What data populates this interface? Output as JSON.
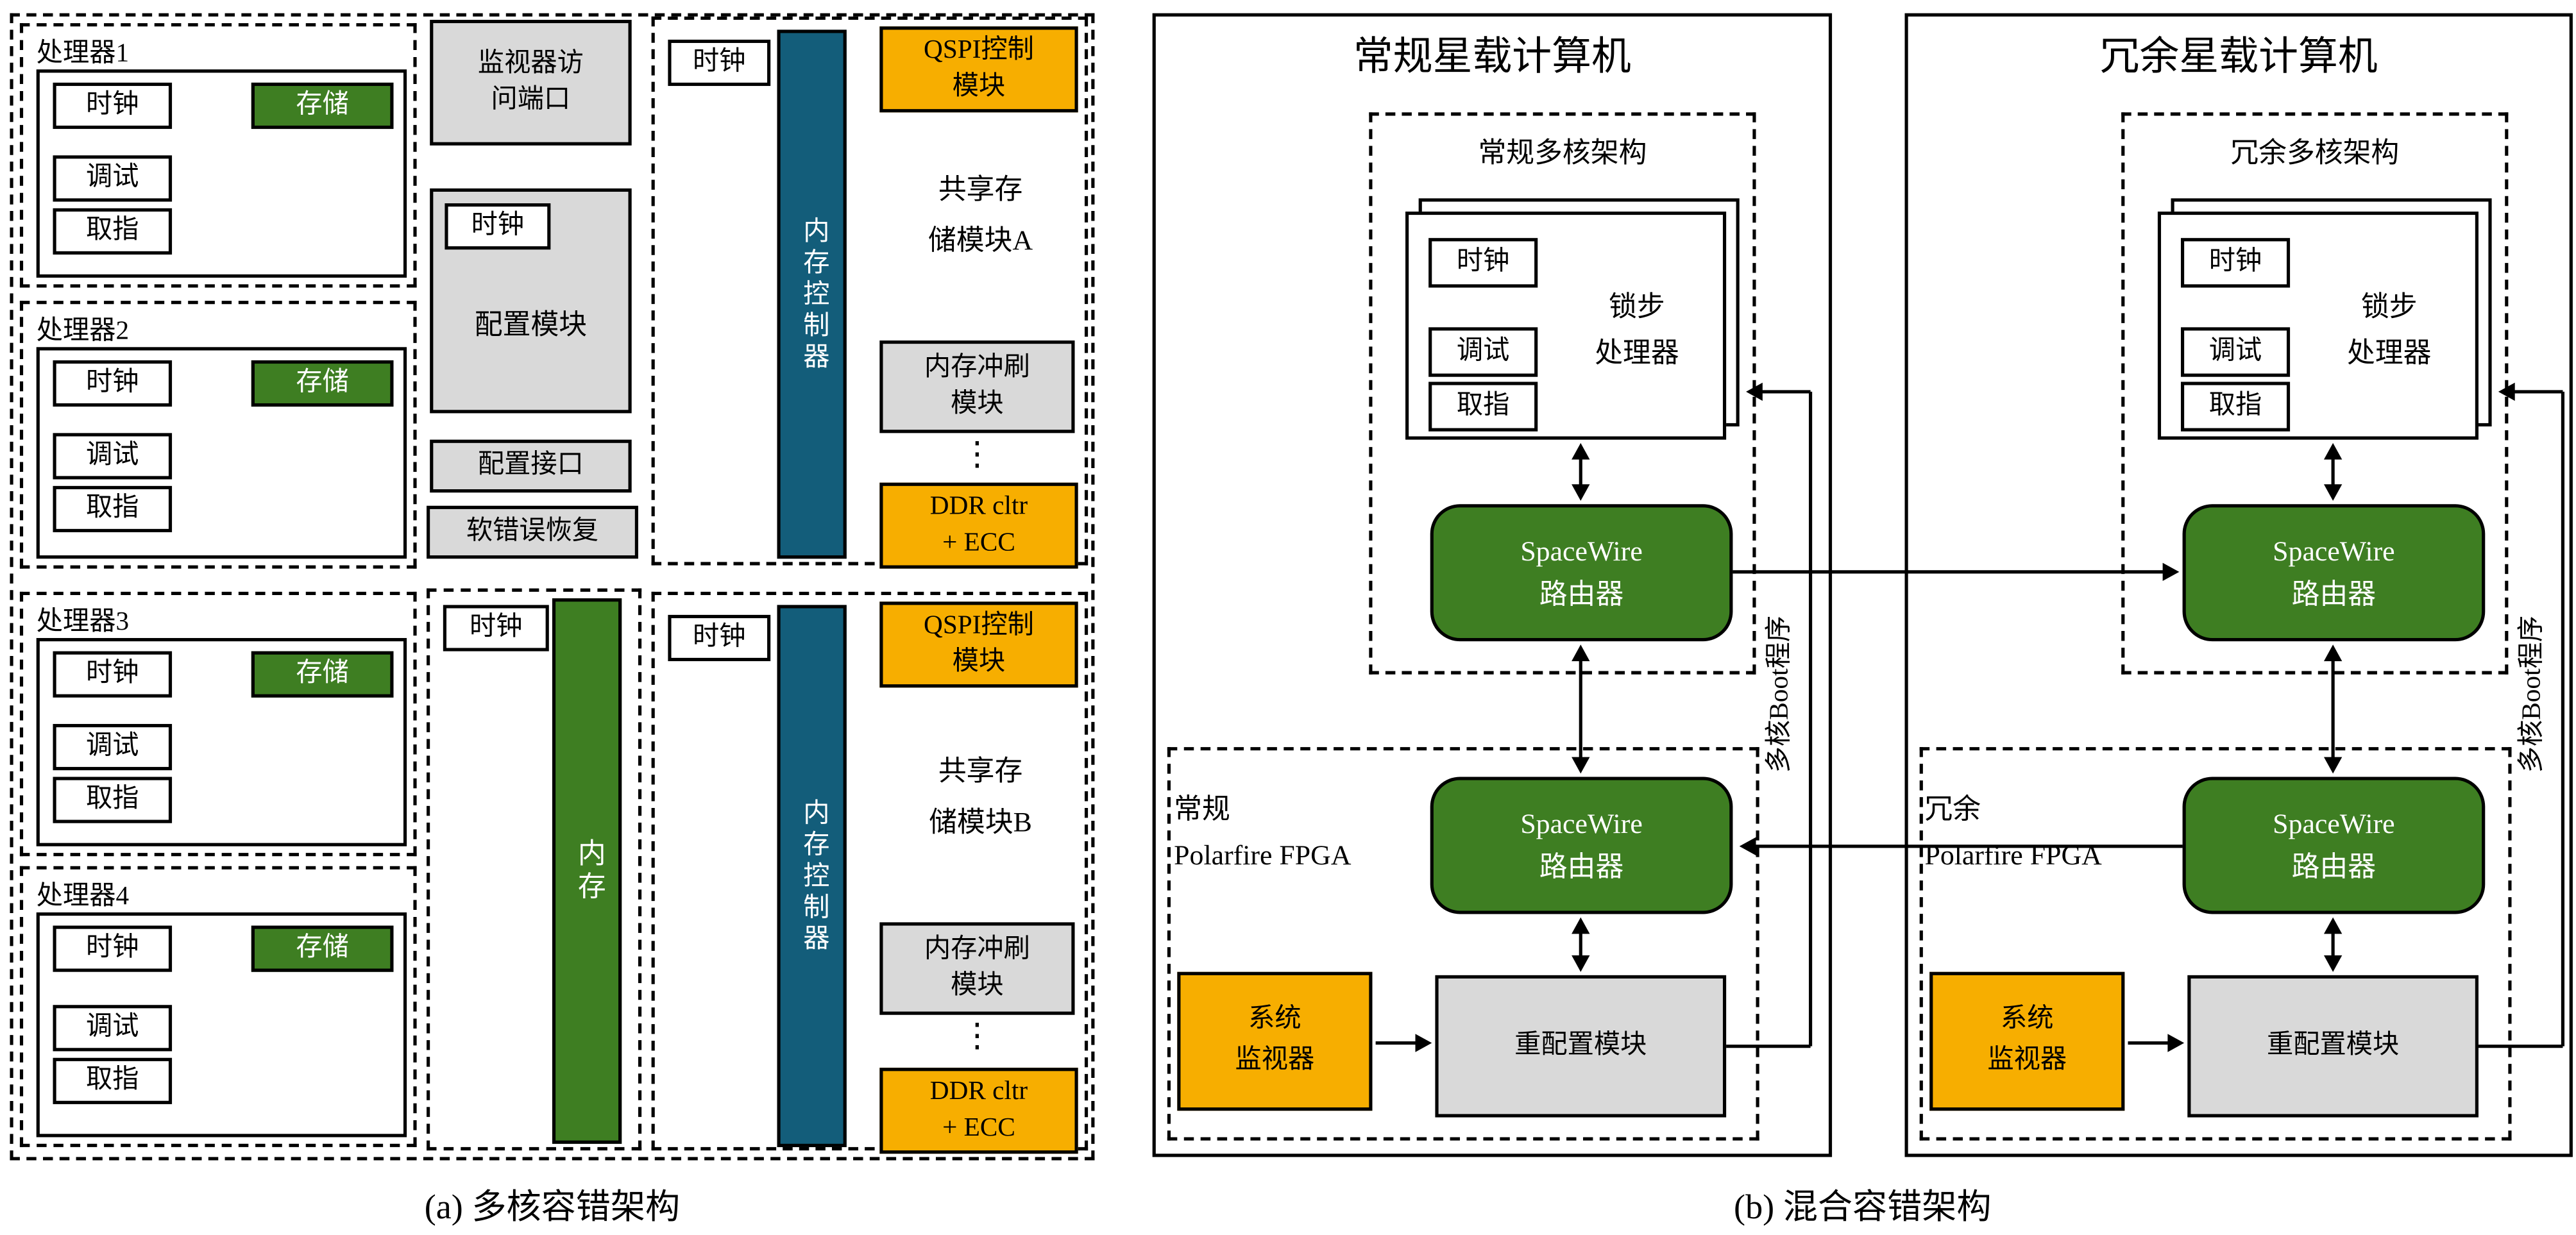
{
  "colors": {
    "green": "#3e7e22",
    "teal": "#135d7a",
    "yellow": "#f7ae00",
    "gray": "#d9d9d9"
  },
  "captions": {
    "a": "(a) 多核容错架构",
    "b": "(b) 混合容错架构"
  },
  "panel_a": {
    "processors": [
      {
        "label": "处理器1",
        "clock": "时钟",
        "debug": "调试",
        "fetch": "取指",
        "storage": "存储"
      },
      {
        "label": "处理器2",
        "clock": "时钟",
        "debug": "调试",
        "fetch": "取指",
        "storage": "存储"
      },
      {
        "label": "处理器3",
        "clock": "时钟",
        "debug": "调试",
        "fetch": "取指",
        "storage": "存储"
      },
      {
        "label": "处理器4",
        "clock": "时钟",
        "debug": "调试",
        "fetch": "取指",
        "storage": "存储"
      }
    ],
    "monitor_port": "监视器访\n问端口",
    "config": {
      "clock": "时钟",
      "label": "配置模块"
    },
    "config_interface": "配置接口",
    "soft_error_recovery": "软错误恢复",
    "memory": {
      "clock": "时钟",
      "label": "内存"
    },
    "mem_groups": [
      {
        "clock": "时钟",
        "controller": "内存控制器",
        "qspi": "QSPI控制\n模块",
        "shared": "共享存\n储模块A",
        "flush": "内存冲刷\n模块",
        "dots": "⋮",
        "ddr": "DDR cltr\n+ ECC"
      },
      {
        "clock": "时钟",
        "controller": "内存控制器",
        "qspi": "QSPI控制\n模块",
        "shared": "共享存\n储模块B",
        "flush": "内存冲刷\n模块",
        "dots": "⋮",
        "ddr": "DDR cltr\n+ ECC"
      }
    ]
  },
  "panel_b": {
    "computers": [
      {
        "title": "常规星载计算机",
        "arch_label": "常规多核架构",
        "clock": "时钟",
        "debug": "调试",
        "fetch": "取指",
        "lockstep": "锁步\n处理器",
        "router_top": "SpaceWire\n路由器",
        "fpga_label": "常规\nPolarfire FPGA",
        "router_bottom": "SpaceWire\n路由器",
        "monitor": "系统\n监视器",
        "reconfig": "重配置模块",
        "boot": "多核Boot程序"
      },
      {
        "title": "冗余星载计算机",
        "arch_label": "冗余多核架构",
        "clock": "时钟",
        "debug": "调试",
        "fetch": "取指",
        "lockstep": "锁步\n处理器",
        "router_top": "SpaceWire\n路由器",
        "fpga_label": "冗余\nPolarfire FPGA",
        "router_bottom": "SpaceWire\n路由器",
        "monitor": "系统\n监视器",
        "reconfig": "重配置模块",
        "boot": "多核Boot程序"
      }
    ]
  }
}
